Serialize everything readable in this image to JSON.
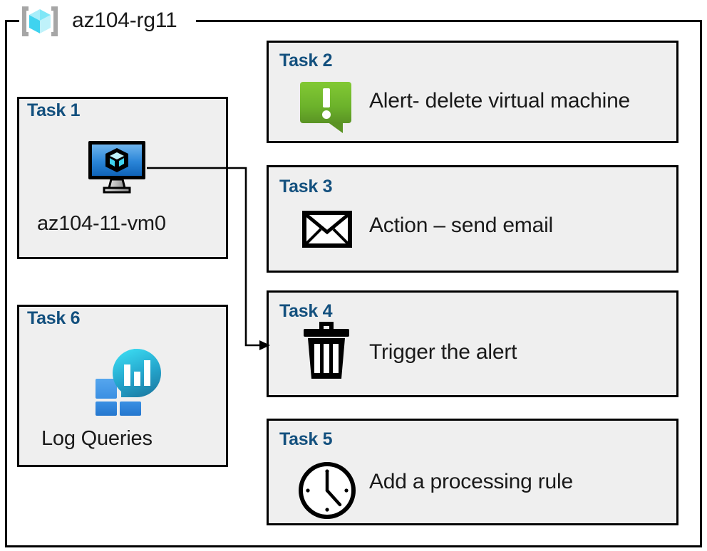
{
  "resource_group": {
    "name": "az104-rg11",
    "icon": "azure-resource-group-cube-icon"
  },
  "colors": {
    "card_background": "#efefef",
    "card_border": "#000000",
    "task_label": "#13507e",
    "body_text": "#1a1a1a",
    "rg_cube_light": "#6FE4F6",
    "rg_cube_mid": "#3FD3EF",
    "rg_cube_pale": "#BFF2FA",
    "rg_bracket": "#A6A6A6",
    "alert_green_top": "#7DC62E",
    "alert_green_bottom": "#5E9A26",
    "vm_screen_top": "#6FB5ED",
    "vm_screen_bottom": "#0F6CBD",
    "loga_square_light": "#4A9BE8",
    "loga_square_dark": "#2A7FD4",
    "loga_drop_top": "#32D0EC",
    "loga_drop_bottom": "#1E7FA8"
  },
  "tasks": [
    {
      "id": "task1",
      "label": "Task 1",
      "text": "az104-11-vm0",
      "icon": "virtual-machine-icon",
      "column": "left"
    },
    {
      "id": "task2",
      "label": "Task 2",
      "text": "Alert- delete virtual machine",
      "icon": "alert-exclamation-icon",
      "column": "right"
    },
    {
      "id": "task3",
      "label": "Task 3",
      "text": "Action – send email",
      "icon": "email-envelope-icon",
      "column": "right"
    },
    {
      "id": "task4",
      "label": "Task 4",
      "text": "Trigger the alert",
      "icon": "trash-can-icon",
      "column": "right"
    },
    {
      "id": "task5",
      "label": "Task 5",
      "text": "Add a processing rule",
      "icon": "clock-icon",
      "column": "right"
    },
    {
      "id": "task6",
      "label": "Task 6",
      "text": "Log Queries",
      "icon": "log-analytics-icon",
      "column": "left"
    }
  ],
  "connector": {
    "from": "task1",
    "to": "task4",
    "arrow_direction": "right"
  }
}
